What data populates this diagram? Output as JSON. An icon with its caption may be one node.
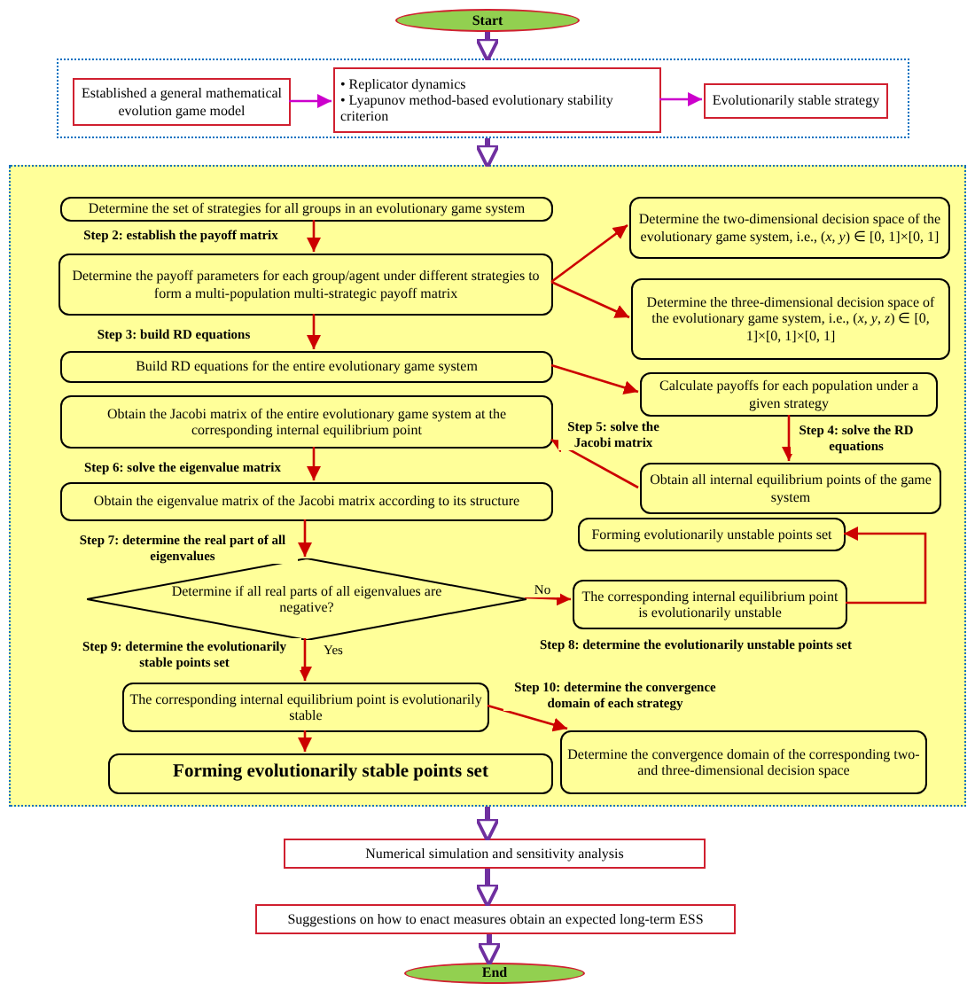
{
  "diagram": {
    "nodes": [
      {
        "text": [
          "Start"
        ]
      },
      {
        "text": [],
        "shape": "box"
      },
      {
        "text": [
          "Established a general mathematical evolution game model"
        ],
        "in": 1
      },
      {
        "text": [
          "• Replicator dynamics",
          "• Lyapunov method-based evolutionary stability criterion"
        ],
        "in": 1
      },
      {
        "text": [
          "Evolutionarily stable strategy"
        ],
        "in": 1
      },
      {
        "text": [],
        "shape": "box"
      },
      {
        "text": [
          "Determine the set of strategies for all groups in an evolutionary game system"
        ],
        "in": 5
      },
      {
        "text": [
          "Determine the payoff parameters for each group/agent under different strategies to form a multi-population multi-strategic payoff matrix"
        ],
        "in": 5
      },
      {
        "text": [
          "Build RD equations for the entire evolutionary game system"
        ],
        "in": 5
      },
      {
        "text": [
          "Obtain the Jacobi matrix of the entire evolutionary game system at the corresponding internal equilibrium point"
        ],
        "in": 5
      },
      {
        "text": [
          "Obtain the eigenvalue matrix of the Jacobi matrix according to its structure"
        ],
        "in": 5
      },
      {
        "text": [
          "Determine if all real parts of all eigenvalues are negative?"
        ],
        "in": 5
      },
      {
        "text": [
          "The corresponding internal equilibrium point is evolutionarily stable"
        ],
        "in": 5
      },
      {
        "text": [
          "Forming evolutionarily stable points set"
        ],
        "in": 5
      },
      {
        "text": [
          "Determine the two-dimensional decision space of the evolutionary game system, i.e., (*x*, *y*) ∈ [0, 1]×[0, 1]"
        ],
        "in": 5
      },
      {
        "text": [
          "Determine the three-dimensional decision space of the evolutionary game system, i.e., (*x*, *y*, *z*) ∈ [0, 1]×[0, 1]×[0, 1]"
        ],
        "in": 5
      },
      {
        "text": [
          "Calculate payoffs for each population under a given strategy"
        ],
        "in": 5
      },
      {
        "text": [
          "Obtain all internal equilibrium points of the game system"
        ],
        "in": 5
      },
      {
        "text": [
          "Forming evolutionarily unstable points set"
        ],
        "in": 5
      },
      {
        "text": [
          "The corresponding internal equilibrium point is evolutionarily unstable"
        ],
        "in": 5
      },
      {
        "text": [
          "Determine the convergence domain of the corresponding two- and three-dimensional decision space"
        ],
        "in": 5
      },
      {
        "text": [
          "Numerical simulation and sensitivity analysis"
        ]
      },
      {
        "text": [
          "Suggestions on how to enact measures obtain an expected long-term ESS"
        ]
      },
      {
        "text": [
          "End"
        ]
      }
    ],
    "edges": [
      {
        "from": 0,
        "to": 1,
        "arrow": "to",
        "style": "thick",
        "color": "#7030a0"
      },
      {
        "from": 1,
        "to": 5,
        "arrow": "to",
        "style": "thick",
        "color": "#7030a0"
      },
      {
        "from": 2,
        "to": 3,
        "arrow": "to",
        "color": "#cc00cc"
      },
      {
        "from": 3,
        "to": 4,
        "arrow": "to",
        "color": "#cc00cc"
      },
      {
        "from": 6,
        "to": 7,
        "arrow": "to",
        "label": "Step 2: establish the payoff matrix"
      },
      {
        "from": 7,
        "to": 8,
        "arrow": "to",
        "label": "Step 3: build RD equations"
      },
      {
        "from": 7,
        "to": 14,
        "arrow": "to"
      },
      {
        "from": 7,
        "to": 15,
        "arrow": "to"
      },
      {
        "from": 8,
        "to": 16,
        "arrow": "to"
      },
      {
        "from": 16,
        "to": 17,
        "arrow": "to",
        "label": "Step 4: solve the RD equations"
      },
      {
        "from": 17,
        "to": 9,
        "arrow": "to",
        "label": "Step 5: solve the Jacobi matrix"
      },
      {
        "from": 9,
        "to": 10,
        "arrow": "to",
        "label": "Step 6: solve the eigenvalue matrix"
      },
      {
        "from": 10,
        "to": 11,
        "arrow": "to",
        "label": "Step 7: determine the real part of all eigenvalues"
      },
      {
        "from": 11,
        "to": 12,
        "arrow": "to",
        "label": "Yes"
      },
      {
        "from": 11,
        "to": 19,
        "arrow": "to",
        "label": "No"
      },
      {
        "from": 19,
        "to": 18,
        "arrow": "to"
      },
      {
        "from": 12,
        "to": 13,
        "arrow": "to"
      },
      {
        "from": 12,
        "to": 20,
        "arrow": "to",
        "label": "Step 10: determine the convergence domain of each strategy"
      },
      {
        "from": 5,
        "to": 21,
        "arrow": "to",
        "style": "thick",
        "color": "#7030a0"
      },
      {
        "from": 21,
        "to": 22,
        "arrow": "to",
        "style": "thick",
        "color": "#7030a0"
      },
      {
        "from": 22,
        "to": 23,
        "arrow": "to",
        "style": "thick",
        "color": "#7030a0"
      }
    ],
    "labels": [
      "Step 9: determine the evolutionarily stable points set",
      "Step 8: determine the evolutionarily unstable points set"
    ]
  }
}
